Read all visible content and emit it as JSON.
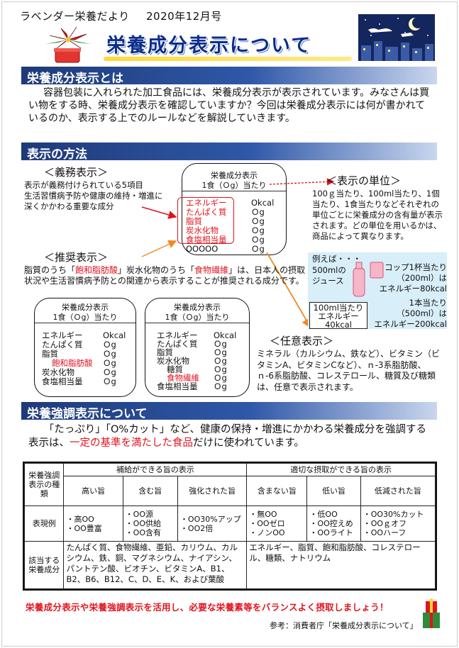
{
  "header": {
    "newsletter": "ラベンダー栄養だより",
    "issue": "2020年12月号",
    "title": "栄養成分表示について"
  },
  "section1": {
    "heading": "栄養成分表示とは",
    "body": "容器包装に入れられた加工食品には、栄養成分表示が表示されています。みなさんは買い物をする時、栄養成分表示を確認していますか？今回は栄養成分表示には何が書かれているのか、表示する上でのルールなどを解説していきます。"
  },
  "section2": {
    "heading": "表示の方法",
    "mandatory": {
      "title": "＜義務表示＞",
      "line1": "表示が義務付けられている5項目",
      "line2": "生活習慣病予防や健康の維持・増進に",
      "line3": "深くかかわる重要な成分"
    },
    "main_label": {
      "title": "栄養成分表示",
      "serving": "1食（Ｏg）当たり",
      "rows": [
        {
          "name": "エネルギー",
          "value": "Okcal"
        },
        {
          "name": "たんぱく質",
          "value": "Ｏg"
        },
        {
          "name": "脂質",
          "value": "Ｏg"
        },
        {
          "name": "炭水化物",
          "value": "Ｏg"
        },
        {
          "name": "食塩相当量",
          "value": "Ｏg"
        },
        {
          "name": "OOOOO",
          "value": "Ｏg"
        }
      ]
    },
    "unit": {
      "title": "＜表示の単位＞",
      "text": "100ｇ当たり、100ml当たり、1個当たり、1食当たりなどそれぞれの単位ごとに栄養成分の含有量が表示されます。どの単位を用いるかは、商品によって異なります。"
    },
    "example": {
      "lead": "例えば・・・",
      "juice": "500mlの ジュース",
      "cup": "コップ1杯当たり （200ml）は",
      "cup_energy": "エネルギー80kcal",
      "per100_1": "100ml当たり",
      "per100_2": "エネルギー",
      "per100_3": "40kcal",
      "bottle1": "1本当たり",
      "bottle2": "（500ml）は",
      "bottle3": "エネルギー200kcal"
    },
    "recommended": {
      "title": "＜推奨表示＞",
      "text_a": "脂質のうち「",
      "text_red1": "飽和脂肪酸",
      "text_b": "」炭水化物のうち「",
      "text_red2": "食物繊維",
      "text_c": "」は、日本人の摂取状況や生活習慣病予防との関連から表示することが推奨される成分です。"
    },
    "label_a": {
      "title": "栄養成分表示",
      "serving": "1食（Ｏg）当たり",
      "rows": [
        {
          "name": "エネルギー",
          "value": "Okcal"
        },
        {
          "name": "たんぱく質",
          "value": "Ｏg"
        },
        {
          "name": "脂質",
          "value": "Ｏg"
        },
        {
          "name": "飽和脂肪酸",
          "value": "Ｏg"
        },
        {
          "name": "炭水化物",
          "value": "Ｏg"
        },
        {
          "name": "食塩相当量",
          "value": "Ｏg"
        }
      ]
    },
    "label_b": {
      "title": "栄養成分表示",
      "serving": "1食（Ｏg）当たり",
      "rows": [
        {
          "name": "エネルギー",
          "value": "Okcal"
        },
        {
          "name": "たんぱく質",
          "value": "Ｏg"
        },
        {
          "name": "脂質",
          "value": "Ｏg"
        },
        {
          "name": "炭水化物",
          "value": "Ｏg"
        },
        {
          "name": "糖質",
          "value": "Ｏg"
        },
        {
          "name": "食物繊維",
          "value": "Ｏg"
        },
        {
          "name": "食塩相当量",
          "value": "Ｏg"
        }
      ]
    },
    "optional": {
      "title": "＜任意表示＞",
      "text": "ミネラル（カルシウム、鉄など）、ビタミン（ビタミンA、ビタミンCなど）、ｎ-3系脂肪酸、ｎ-6系脂肪酸、コレステロール、糖質及び糖類は、任意で表示されます。"
    }
  },
  "section3": {
    "heading": "栄養強調表示について",
    "body_a": "「たっぷり」「O%カット」など、健康の保持・増進にかかわる栄養成分を強調する表示は、",
    "body_red": "一定の基準を満たした食品",
    "body_b": "だけに使われています。"
  },
  "table": {
    "group1": "補給ができる旨の表示",
    "group2": "適切な摂取ができる旨の表示",
    "corner": "栄養強調表示の種類",
    "cols": [
      "高い旨",
      "含む旨",
      "強化された旨",
      "含まない旨",
      "低い旨",
      "低減された旨"
    ],
    "row_examples_label": "表現例",
    "examples": [
      "・高OO\n・OO豊富",
      "・OO源\n・OO供給\n・OO含有",
      "・OO30%アップ\n・OO2倍",
      "・無OO\n・OOゼロ\n・ノンOO",
      "・低OO\n・OO控えめ\n・OOライト",
      "・OO30%カット\n・OOｇオフ\n・OOハーフ"
    ],
    "row_nutrients_label": "該当する栄養成分",
    "nutrients_supply": "たんぱく質、食物繊維、亜鉛、カリウム、カルシウム、鉄、銅、マグネシウム、ナイアシン、パントテン酸、ビオチン、ビタミンA、B1、B2、B6、B12、C、D、E、K、および葉酸",
    "nutrients_limit": "エネルギー、脂質、飽和脂肪酸、コレステロール、糖類、ナトリウム"
  },
  "footer": {
    "message": "栄養成分表示や栄養強調表示を活用し、必要な栄養素等をバランスよく摂取しましょう！",
    "reference": "参考：消費者庁「栄養成分表示について」"
  }
}
